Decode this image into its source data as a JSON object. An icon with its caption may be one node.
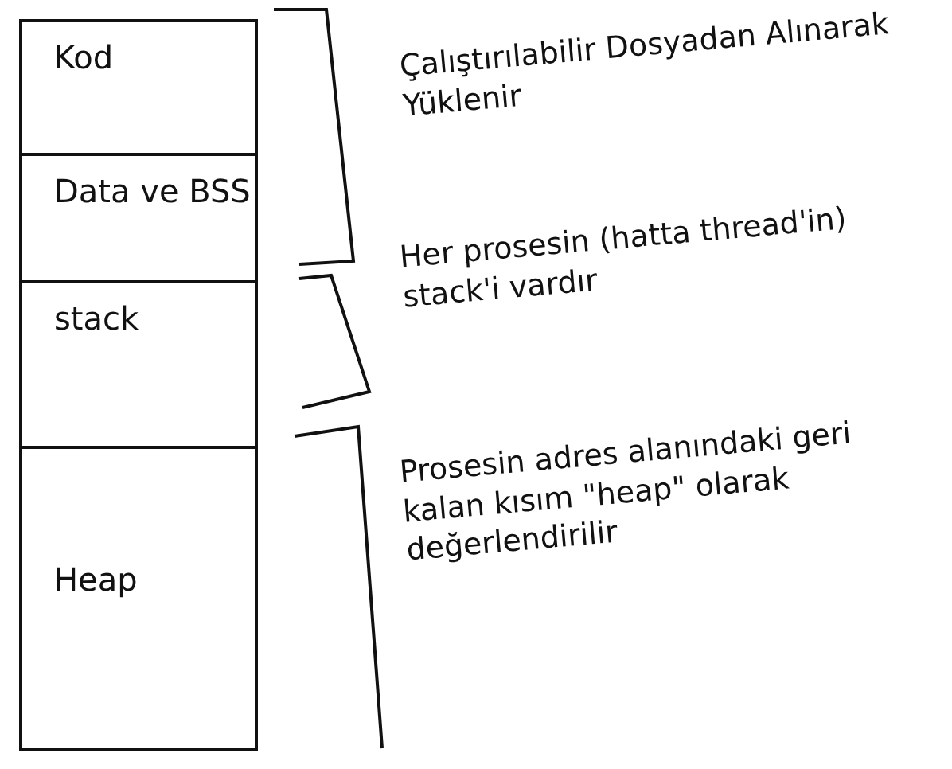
{
  "diagram": {
    "nodes": [
      {
        "text": [
          "Kod"
        ]
      },
      {
        "text": [
          "Data ve BSS"
        ]
      },
      {
        "text": [
          "stack"
        ]
      },
      {
        "text": [
          "Heap"
        ]
      }
    ],
    "labels": [
      "Çalıştırılabilir Dosyadan Alınarak Yüklenir",
      "Her prosesin (hatta thread'in) stack'i vardır",
      "Prosesin adres alanındaki geri kalan kısım \"heap\" olarak değerlendirilir"
    ]
  }
}
